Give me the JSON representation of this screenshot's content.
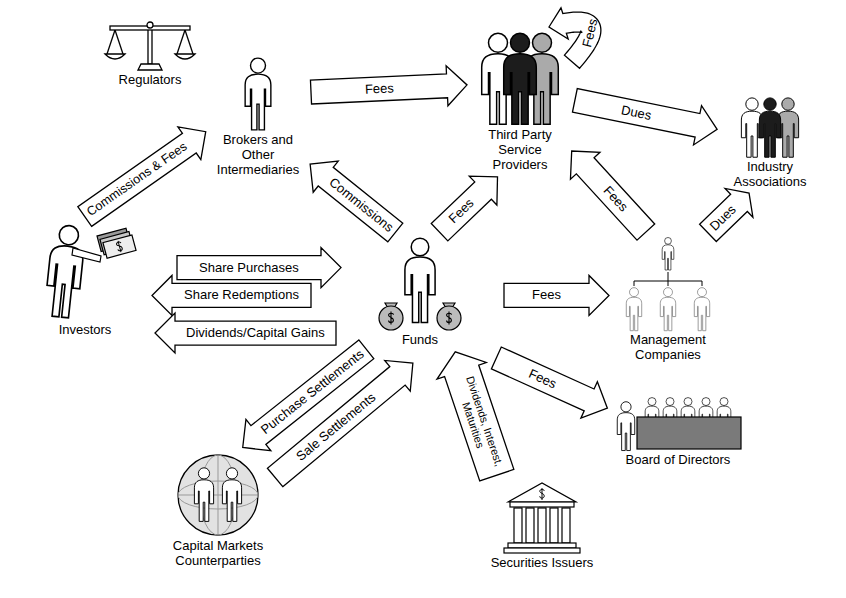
{
  "diagram": {
    "nodes": [
      {
        "text": [
          "Regulators"
        ]
      },
      {
        "text": [
          "Brokers and Other Intermediaries"
        ]
      },
      {
        "text": [
          "Third Party Service Providers"
        ]
      },
      {
        "text": [
          "Industry Associations"
        ]
      },
      {
        "text": [
          "Investors"
        ]
      },
      {
        "text": [
          "Funds"
        ]
      },
      {
        "text": [
          "Management Companies"
        ]
      },
      {
        "text": [
          "Board of Directors"
        ]
      },
      {
        "text": [
          "Capital Markets Counterparties"
        ]
      },
      {
        "text": [
          "Securities Issuers"
        ]
      }
    ],
    "edges": [
      {
        "from": 4,
        "to": 1,
        "label": "Commissions & Fees",
        "arrow": "to"
      },
      {
        "from": 1,
        "to": 2,
        "label": "Fees",
        "arrow": "to"
      },
      {
        "from": 5,
        "to": 1,
        "label": "Commissions",
        "arrow": "to"
      },
      {
        "from": 5,
        "to": 2,
        "label": "Fees",
        "arrow": "to"
      },
      {
        "from": 2,
        "to": 2,
        "label": "Fees",
        "arrow": "to"
      },
      {
        "from": 2,
        "to": 3,
        "label": "Dues",
        "arrow": "to"
      },
      {
        "from": 6,
        "to": 2,
        "label": "Fees",
        "arrow": "to"
      },
      {
        "from": 6,
        "to": 3,
        "label": "Dues",
        "arrow": "to"
      },
      {
        "from": 4,
        "to": 5,
        "label": "Share Purchases",
        "arrow": "to"
      },
      {
        "from": 5,
        "to": 4,
        "label": "Share Redemptions",
        "arrow": "to"
      },
      {
        "from": 5,
        "to": 4,
        "label": "Dividends/Capital Gains",
        "arrow": "to"
      },
      {
        "from": 5,
        "to": 6,
        "label": "Fees",
        "arrow": "to"
      },
      {
        "from": 5,
        "to": 7,
        "label": "Fees",
        "arrow": "to"
      },
      {
        "from": 5,
        "to": 8,
        "label": "Purchase Settlements",
        "arrow": "to"
      },
      {
        "from": 8,
        "to": 5,
        "label": "Sale Settlements",
        "arrow": "to"
      },
      {
        "from": 9,
        "to": 5,
        "label": "Dividends, Interest, Maturities",
        "arrow": "to"
      }
    ]
  }
}
